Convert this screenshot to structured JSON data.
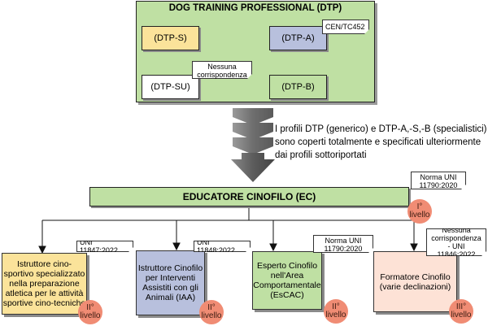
{
  "dtp": {
    "title": "DOG TRAINING  PROFESSIONAL (DTP)",
    "boxes": {
      "s": "(DTP-S)",
      "a": "(DTP-A)",
      "su": "(DTP-SU)",
      "b": "(DTP-B)"
    },
    "notes": {
      "a": "CEN/TC452",
      "su": "Nessuna corrispondenza"
    }
  },
  "arrow_text": "I profili DTP (generico) e DTP-A,-S,-B (specialistici) sono coperti totalmente e specificati ulteriormente dai profili sottoriportati",
  "ec": {
    "title": "EDUCATORE CINOFILO (EC)",
    "note": "Norma UNI 11790:2020",
    "level": "I° livello"
  },
  "profiles": [
    {
      "text": "Istruttore cino-sportivo specializzato nella preparazione atletica per le attività sportive cino-tecniche",
      "note": "UNI 11847:2022",
      "level": "II° livello",
      "color": "#fbe39a"
    },
    {
      "text": "Istruttore Cinofilo per Interventi Assistiti con gli Animali (IAA)",
      "note": "UNI 11848:2022",
      "level": "II° livello",
      "color": "#b8c0dd"
    },
    {
      "text": "Esperto Cinofilo nell'Area Comportamentale (EsCAC)",
      "note": "Norma UNI 11790:2020",
      "level": "II° livello",
      "color": "#bfe0a3"
    },
    {
      "text": "Formatore Cinofilo (varie declinazioni)",
      "note": "Nessuna corrispondenza - UNI 11846:2022",
      "level": "III° livello",
      "color": "#fde2d6"
    }
  ],
  "colors": {
    "green": "#bfe0a3",
    "yellow": "#fbe39a",
    "blue": "#b8c0dd",
    "peach": "#fde2d6",
    "level": "#f08c74"
  }
}
